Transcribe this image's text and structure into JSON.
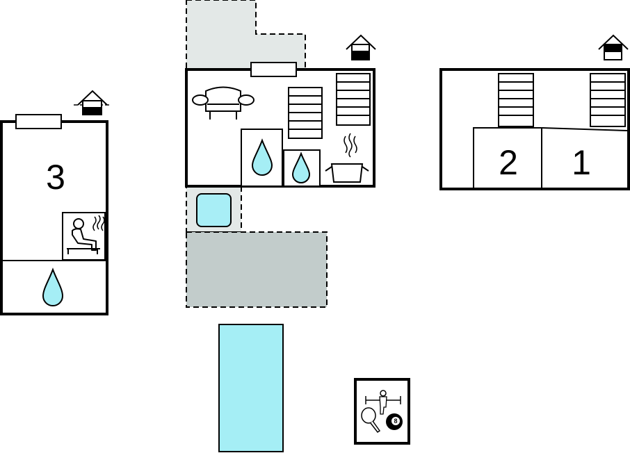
{
  "floorplan": {
    "buildings": [
      {
        "id": "annex-left",
        "room_label": "3",
        "floor_level_icon": "house-floor-icon"
      },
      {
        "id": "main-house",
        "floor_level_icon": "house-floor-icon"
      },
      {
        "id": "annex-right",
        "room_labels": [
          "2",
          "1"
        ],
        "floor_level_icon": "house-floor-icon"
      }
    ],
    "symbols": [
      "sofa-icon",
      "stairs-icon",
      "water-drop-icon",
      "sauna-icon",
      "cooking-pot-icon",
      "hot-tub-icon",
      "pool",
      "terrace",
      "games-room-icon"
    ],
    "billiard_ball_number": "8",
    "colors": {
      "water": "#a5eef5",
      "terrace_light": "#e3e8e7",
      "terrace_dark": "#c2cccb",
      "hot_tub": "#a8eef6",
      "wall": "#000000"
    }
  }
}
